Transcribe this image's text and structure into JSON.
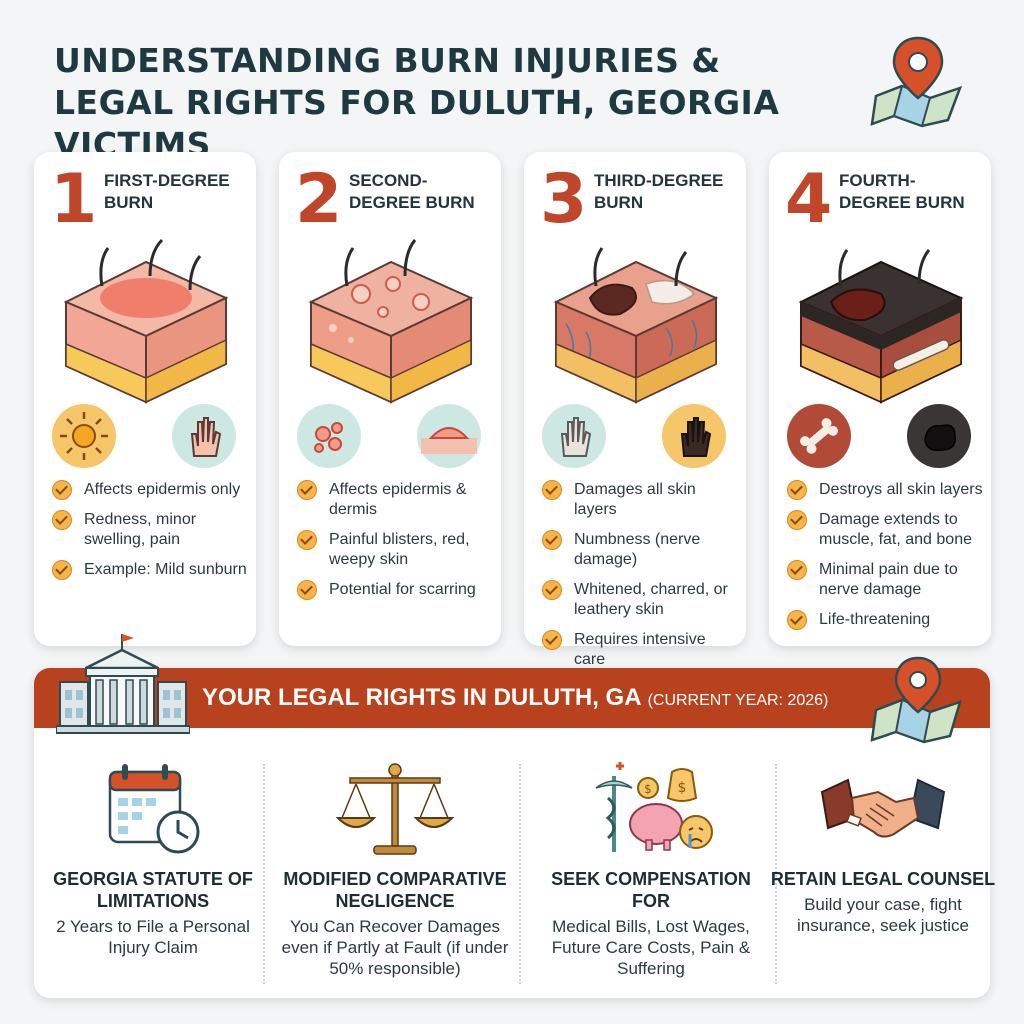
{
  "title": {
    "line1": "UNDERSTANDING BURN INJURIES &",
    "line2": "LEGAL RIGHTS FOR DULUTH, GEORGIA VICTIMS"
  },
  "burns": [
    {
      "number": "1",
      "name": "FIRST-DEGREE BURN",
      "icons": [
        "sun-icon",
        "hand-icon"
      ],
      "features": [
        "Affects epidermis only",
        "Redness, minor swelling, pain",
        "Example: Mild sunburn"
      ]
    },
    {
      "number": "2",
      "name": "SECOND-DEGREE BURN",
      "icons": [
        "blisters-icon",
        "blister-closeup-icon"
      ],
      "features": [
        "Affects epidermis & dermis",
        "Painful blisters, red, weepy skin",
        "Potential for scarring"
      ]
    },
    {
      "number": "3",
      "name": "THIRD-DEGREE BURN",
      "icons": [
        "pale-hand-icon",
        "charred-hand-icon"
      ],
      "features": [
        "Damages all skin layers",
        "Numbness (nerve damage)",
        "Whitened, charred, or leathery skin",
        "Requires intensive care"
      ]
    },
    {
      "number": "4",
      "name": "FOURTH-DEGREE BURN",
      "icons": [
        "bone-icon",
        "charred-tissue-icon"
      ],
      "features": [
        "Destroys all skin layers",
        "Damage extends to muscle, fat, and bone",
        "Minimal pain due to nerve damage",
        "Life-threatening"
      ]
    }
  ],
  "legal": {
    "banner_title": "YOUR LEGAL RIGHTS IN DULUTH, GA",
    "banner_sub": "(CURRENT YEAR: 2026)",
    "columns": [
      {
        "icon": "calendar-clock-icon",
        "title": "GEORGIA STATUTE OF LIMITATIONS",
        "desc": "2 Years to File a Personal Injury Claim"
      },
      {
        "icon": "scales-icon",
        "title": "MODIFIED COMPARATIVE NEGLIGENCE",
        "desc": "You Can Recover Damages even if Partly at Fault (if under 50% responsible)"
      },
      {
        "icon": "compensation-icon",
        "title": "SEEK COMPENSATION FOR",
        "desc": "Medical Bills, Lost Wages, Future Care Costs, Pain & Suffering"
      },
      {
        "icon": "handshake-icon",
        "title": "RETAIN LEGAL COUNSEL",
        "desc": "Build your case, fight insurance, seek justice"
      }
    ]
  },
  "colors": {
    "accent": "#c0462a",
    "banner": "#b8421e",
    "title": "#1e3a40",
    "check": "#f7b44a"
  }
}
